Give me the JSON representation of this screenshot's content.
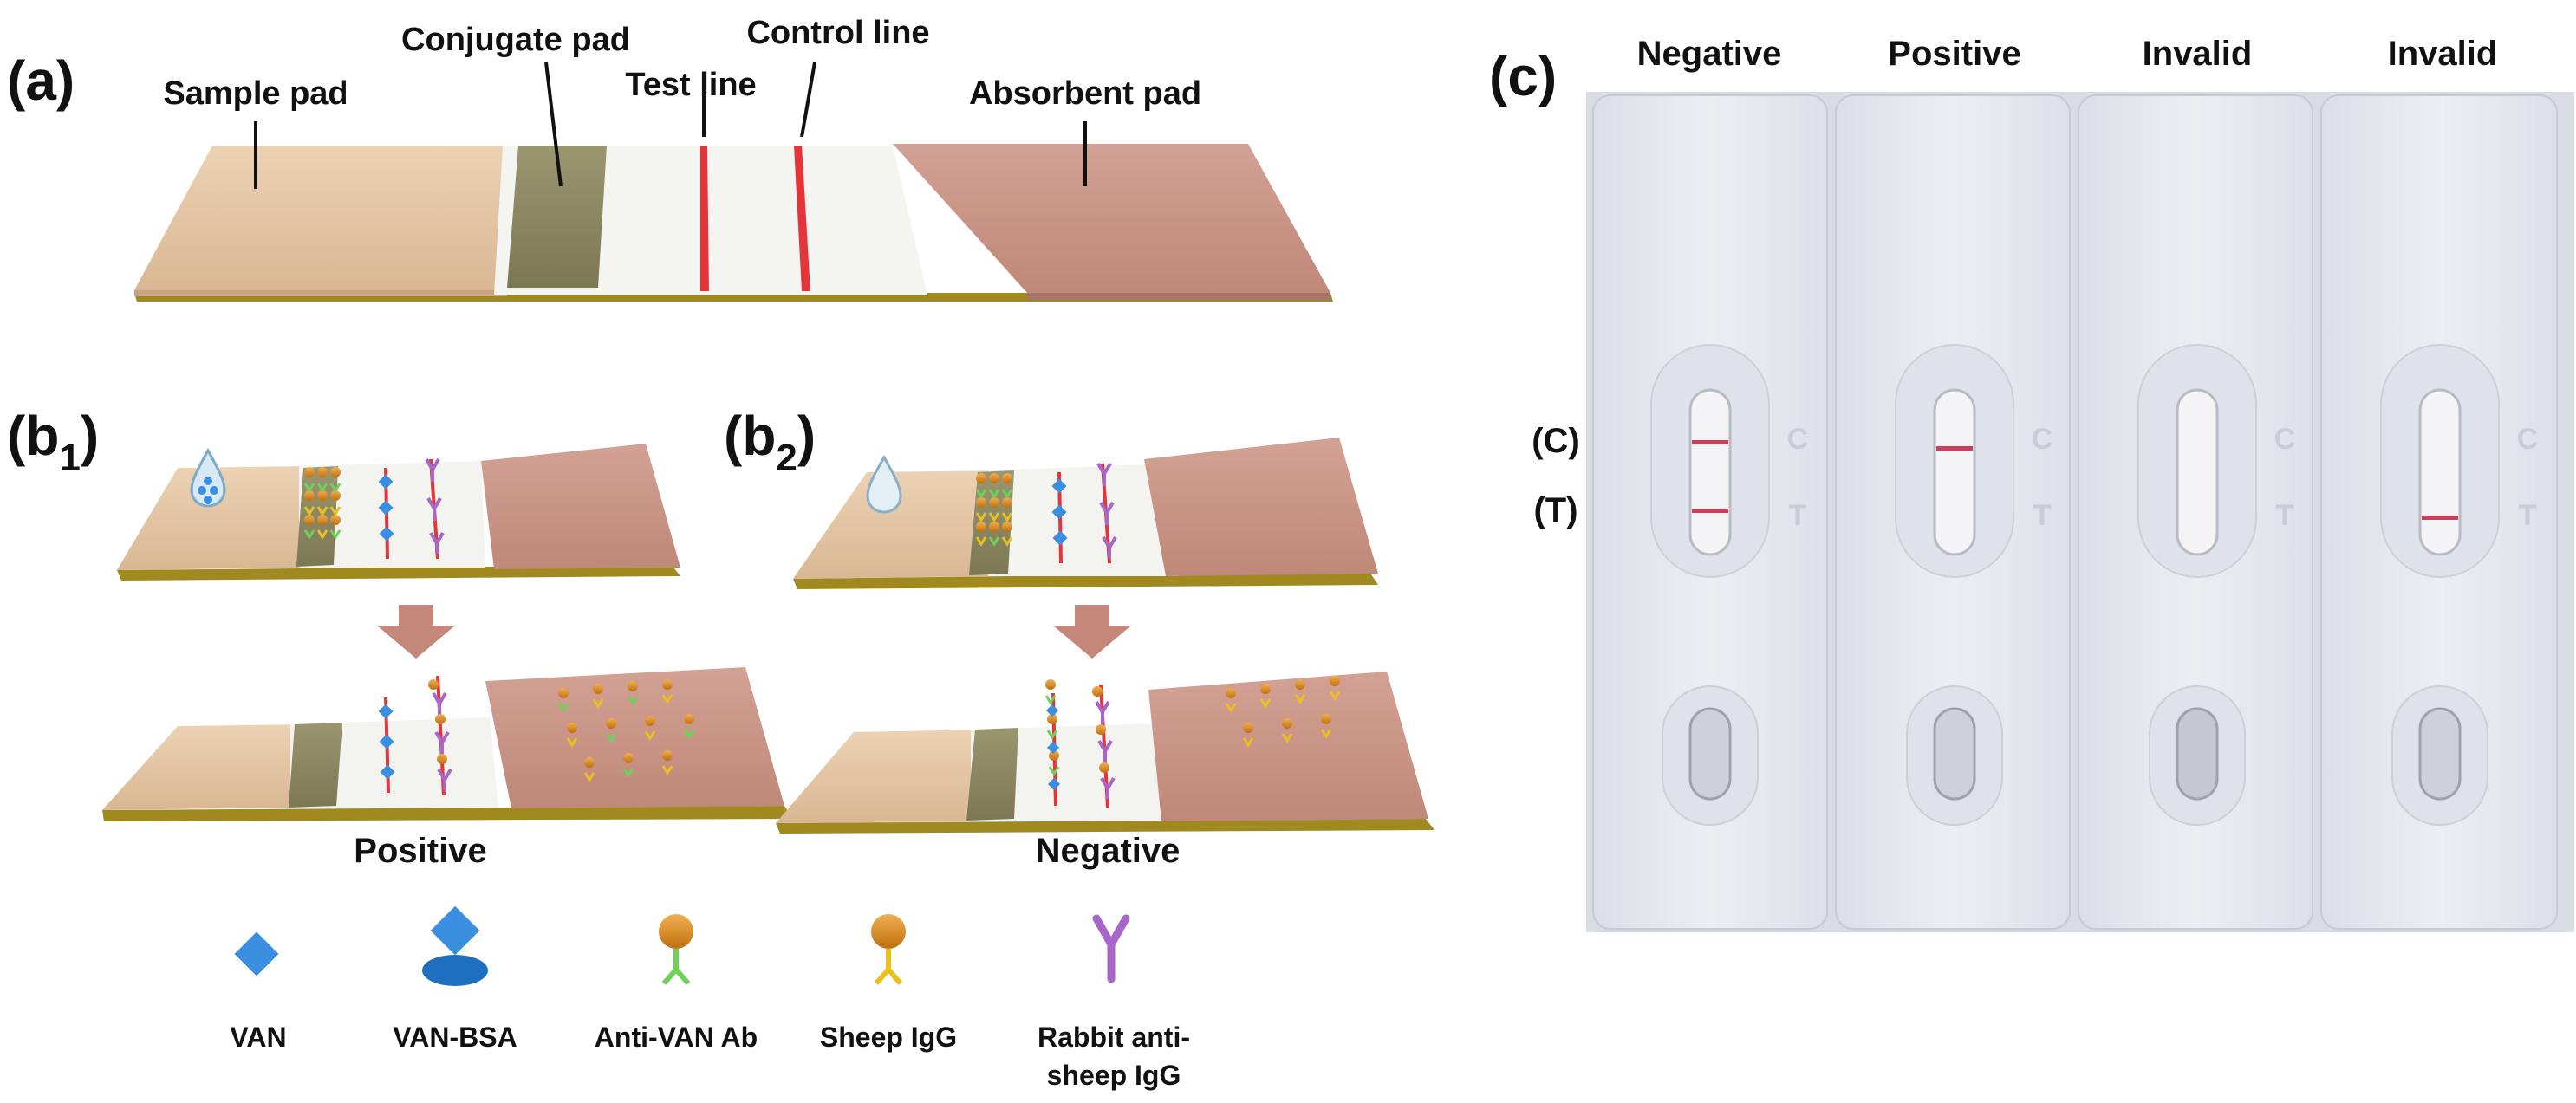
{
  "panels": {
    "a": "(a)",
    "b1": "(b",
    "b1_sub": "1",
    "b2": "(b",
    "b2_sub": "2",
    "b_close": ")",
    "c": "(c)"
  },
  "strip_parts": {
    "sample_pad": "Sample pad",
    "conjugate_pad": "Conjugate pad",
    "test_line": "Test line",
    "control_line": "Control line",
    "absorbent_pad": "Absorbent pad"
  },
  "outcomes": {
    "b1": "Positive",
    "b2": "Negative"
  },
  "legend": [
    {
      "label": "VAN",
      "icon": "diamond-icon"
    },
    {
      "label": "VAN-BSA",
      "icon": "diamond-ellipse-icon"
    },
    {
      "label": "Anti-VAN Ab",
      "icon": "antibody-gold-green-icon"
    },
    {
      "label": "Sheep IgG",
      "icon": "antibody-gold-yellow-icon"
    },
    {
      "label_line1": "Rabbit anti-",
      "label_line2": "sheep IgG",
      "icon": "y-antibody-icon"
    }
  ],
  "cassettes": [
    {
      "header": "Negative",
      "c_line": true,
      "t_line": true
    },
    {
      "header": "Positive",
      "c_line": true,
      "t_line": false
    },
    {
      "header": "Invalid",
      "c_line": false,
      "t_line": false
    },
    {
      "header": "Invalid",
      "c_line": false,
      "t_line": true
    }
  ],
  "window_labels": {
    "c": "(C)",
    "t": "(T)"
  },
  "cassette_marks": {
    "c": "C",
    "t": "T"
  },
  "colors": {
    "sample_pad": "#e2c4a4",
    "conjugate_pad": "#8a8660",
    "membrane": "#f3f3f0",
    "line_red": "#e5353b",
    "absorbent_pad": "#c9958a",
    "arrow": "#c4877a",
    "cassette": "#e7e9ef",
    "strip_band": "#c9405a"
  }
}
